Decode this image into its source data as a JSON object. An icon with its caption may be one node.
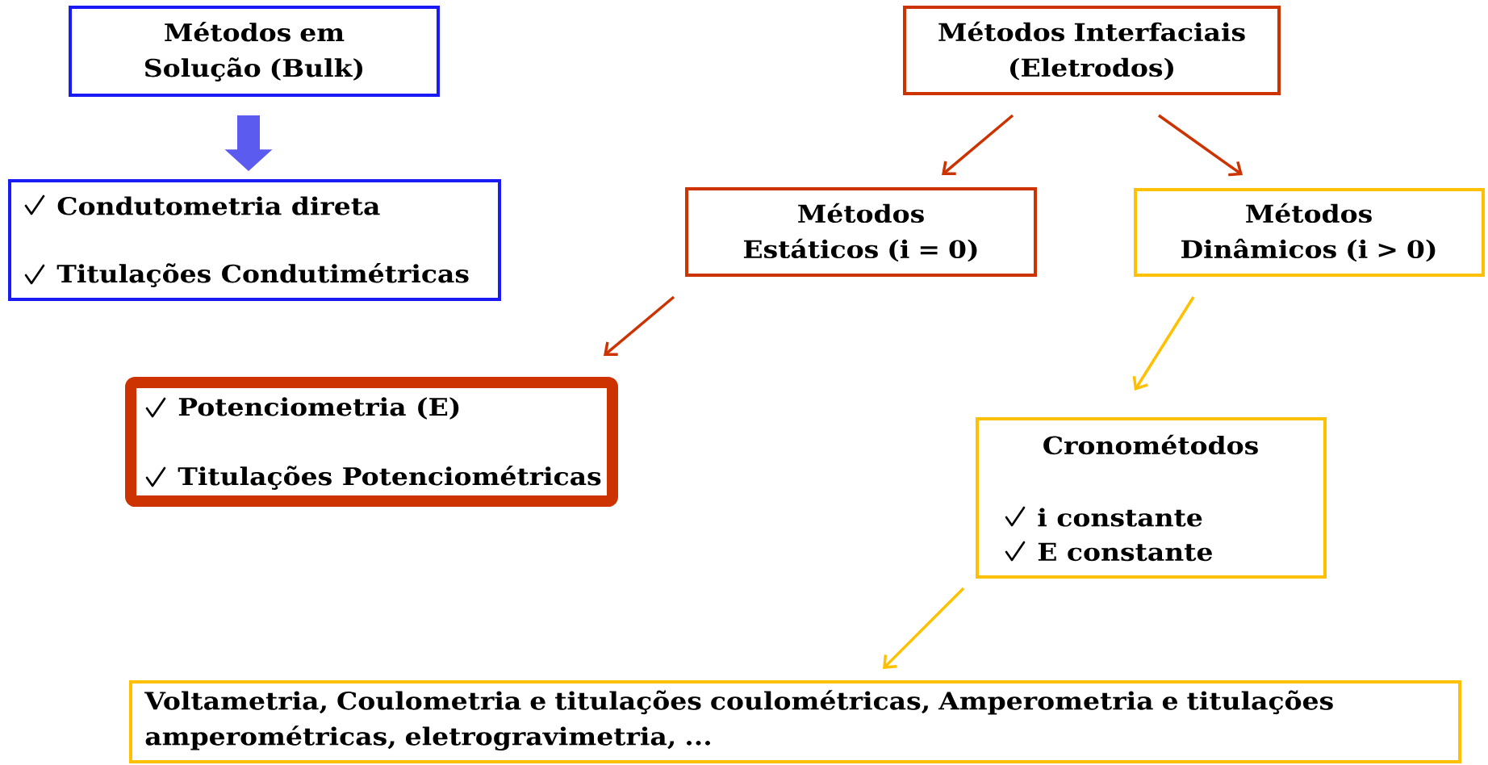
{
  "diagram": {
    "nodes": [
      {
        "text": [
          "Métodos em Solução (Bulk)"
        ]
      },
      {
        "text": [
          "Condutometria direta",
          "Titulações Condutimétricas"
        ]
      },
      {
        "text": [
          "Métodos Interfaciais (Eletrodos)"
        ]
      },
      {
        "text": [
          "Métodos Estáticos (i = 0)"
        ]
      },
      {
        "text": [
          "Métodos Dinâmicos (i > 0)"
        ]
      },
      {
        "text": [
          "Potenciometria (E)",
          "Titulações Potenciométricas"
        ]
      },
      {
        "text": [
          "Cronométodos",
          "i constante",
          "E constante"
        ]
      },
      {
        "text": [
          "Voltametria, Coulometria e titulações coulométricas, Amperometria e titulações amperométricas, eletrogravimetria, ..."
        ]
      }
    ],
    "edges": [
      {
        "from": 0,
        "to": 1,
        "arrow": "to",
        "style": "thick",
        "color": "#5b5bef"
      },
      {
        "from": 2,
        "to": 3,
        "arrow": "to",
        "color": "#cc3300"
      },
      {
        "from": 2,
        "to": 4,
        "arrow": "to",
        "color": "#cc3300"
      },
      {
        "from": 3,
        "to": 5,
        "arrow": "to",
        "color": "#cc3300"
      },
      {
        "from": 4,
        "to": 6,
        "arrow": "to",
        "color": "#ffc000"
      },
      {
        "from": 6,
        "to": 7,
        "arrow": "to",
        "color": "#ffc000"
      }
    ]
  }
}
